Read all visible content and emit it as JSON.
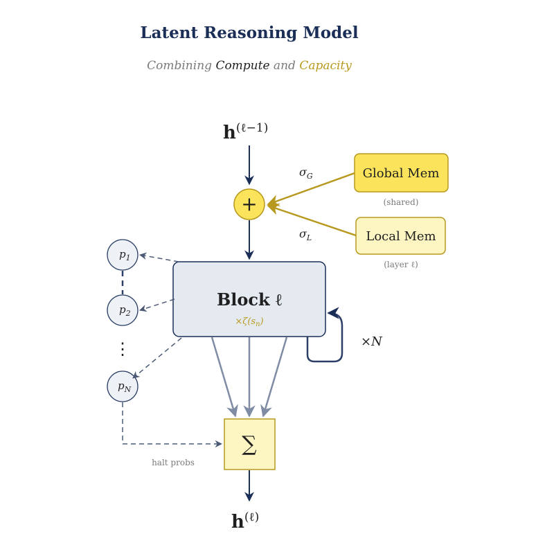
{
  "title": "Latent Reasoning Model",
  "subtitle": {
    "part1": "Combining ",
    "part2": "Compute",
    "part3": " and ",
    "part4": "Capacity"
  },
  "input": {
    "base": "h",
    "superscript": "(ℓ−1)"
  },
  "output": {
    "base": "h",
    "superscript": "(ℓ)"
  },
  "add_node": {
    "symbol": "+"
  },
  "global_mem": {
    "label": "Global Mem",
    "caption": "(shared)",
    "gate_base": "σ",
    "gate_sub": "G"
  },
  "local_mem": {
    "label": "Local Mem",
    "caption": "(layer ℓ)",
    "gate_base": "σ",
    "gate_sub": "L"
  },
  "block": {
    "label": "Block ℓ",
    "scale_prefix": "×ζ(s",
    "scale_sub": "n",
    "scale_suffix": ")"
  },
  "loop": {
    "label_prefix": "×",
    "label_var": "N"
  },
  "halt_nodes": [
    {
      "base": "p",
      "sub": "1"
    },
    {
      "base": "p",
      "sub": "2"
    },
    {
      "base": "p",
      "sub": "N"
    }
  ],
  "ellipsis": "⋮",
  "sum_node": {
    "symbol": "∑"
  },
  "halt_label": "halt probs",
  "colors": {
    "navy": "#1a2e57",
    "gold": "#b8991f",
    "gold_fill": "#fbe35c",
    "light_gold_fill": "#fdf6c3",
    "block_fill": "#e5e9f0",
    "slate": "#7f8ca4",
    "gray_text": "#8a8a8a"
  }
}
